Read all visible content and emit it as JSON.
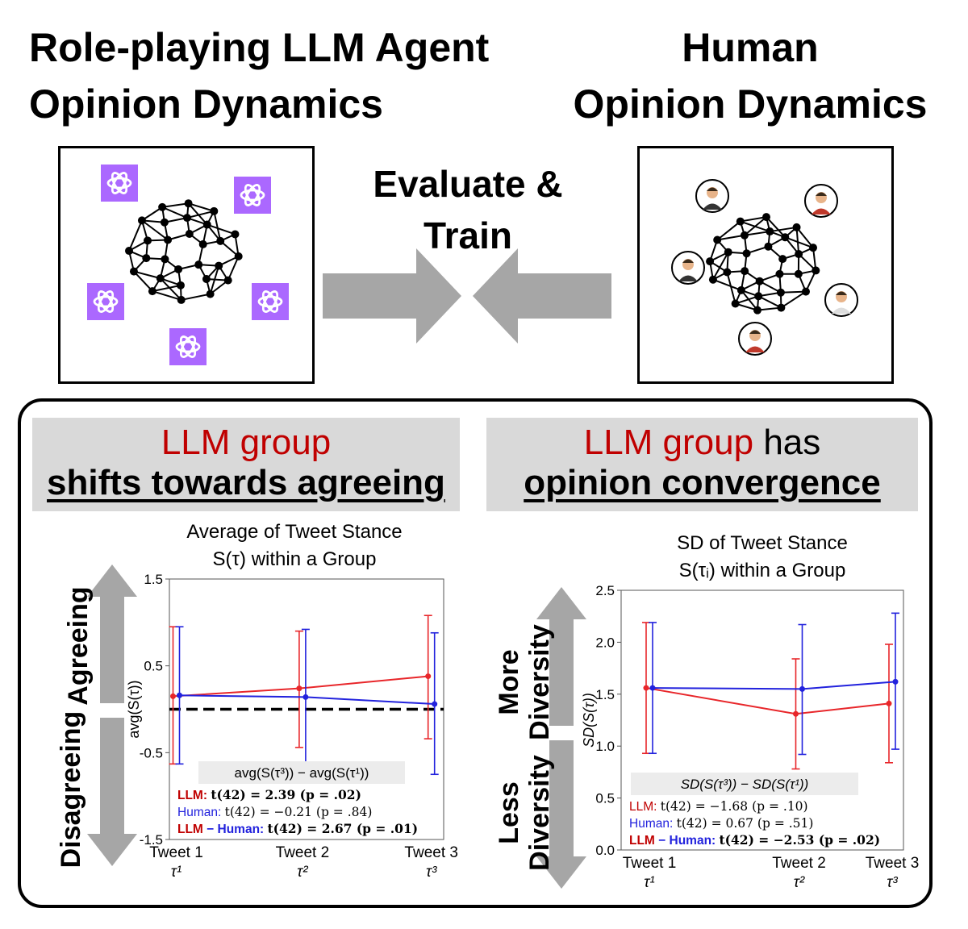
{
  "titles": {
    "left_line1": "Role-playing LLM Agent",
    "left_line2": "Opinion Dynamics",
    "right_line1": "Human",
    "right_line2": "Opinion Dynamics"
  },
  "center": {
    "line1": "Evaluate &",
    "line2": "Train"
  },
  "banners": {
    "left_red": "LLM group",
    "left_under": "shifts towards agreeing",
    "right_red": "LLM group",
    "right_rest": " has",
    "right_under": "opinion convergence"
  },
  "colors": {
    "llm": "#e8262a",
    "human": "#2222dd",
    "icon_purple": "#ab68ff",
    "arrow_gray": "#a6a6a6"
  },
  "icons": {
    "agent": "openai-logo-icon",
    "human": "person-avatar-icon"
  },
  "left_side": {
    "agree": "Agreeing",
    "disagree": "Disagreeing"
  },
  "right_side": {
    "more1": "More",
    "more2": "Diversity",
    "less1": "Less",
    "less2": "Diversity"
  },
  "chart_data": [
    {
      "type": "line",
      "title": "Average of Tweet Stance",
      "subtitle": "S(τ) within a Group",
      "ylabel": "avg(S(τ))",
      "ylim": [
        -1.5,
        1.5
      ],
      "yticks": [
        "1.5",
        "0.5",
        "-0.5",
        "-1.5"
      ],
      "x": [
        "Tweet 1",
        "Tweet 2",
        "Tweet 3"
      ],
      "x_sub": [
        "τ¹",
        "τ²",
        "τ³"
      ],
      "reference_line": 0,
      "series": [
        {
          "name": "LLM",
          "color": "#e8262a",
          "values": [
            0.15,
            0.24,
            0.38
          ],
          "err_low": [
            -0.63,
            -0.44,
            -0.34
          ],
          "err_high": [
            0.95,
            0.9,
            1.08
          ]
        },
        {
          "name": "Human",
          "color": "#2222dd",
          "values": [
            0.16,
            0.14,
            0.06
          ],
          "err_low": [
            -0.63,
            -0.65,
            -0.75
          ],
          "err_high": [
            0.95,
            0.92,
            0.88
          ]
        }
      ],
      "stats_header": "avg(S(τ³)) − avg(S(τ¹))",
      "stats": [
        {
          "label": "LLM:",
          "text": "t(42) = 2.39 (p = .02)",
          "color": "#c00000",
          "bold": true
        },
        {
          "label": "Human:",
          "text": "t(42) = −0.21 (p = .84)",
          "color": "#2222dd",
          "bold": false
        },
        {
          "label": "LLM − Human:",
          "text": "t(42) = 2.67 (p = .01)",
          "color": "#c00000",
          "bold": true
        }
      ]
    },
    {
      "type": "line",
      "title": "SD of Tweet Stance",
      "subtitle": "S(τᵢ) within a Group",
      "ylabel": "SD(S(τ))",
      "ylim": [
        0.0,
        2.5
      ],
      "yticks": [
        "2.5",
        "2.0",
        "1.5",
        "1.0",
        "0.5",
        "0.0"
      ],
      "x": [
        "Tweet 1",
        "Tweet 2",
        "Tweet 3"
      ],
      "x_sub": [
        "τ¹",
        "τ²",
        "τ³"
      ],
      "series": [
        {
          "name": "LLM",
          "color": "#e8262a",
          "values": [
            1.56,
            1.31,
            1.41
          ],
          "err_low": [
            0.93,
            0.78,
            0.84
          ],
          "err_high": [
            2.19,
            1.84,
            1.98
          ]
        },
        {
          "name": "Human",
          "color": "#2222dd",
          "values": [
            1.56,
            1.55,
            1.62
          ],
          "err_low": [
            0.93,
            0.92,
            0.97
          ],
          "err_high": [
            2.19,
            2.17,
            2.28
          ]
        }
      ],
      "stats_header": "SD(S(τ³)) − SD(S(τ¹))",
      "stats": [
        {
          "label": "LLM:",
          "text": "t(42) = −1.68 (p = .10)",
          "color": "#c00000",
          "bold": false
        },
        {
          "label": "Human:",
          "text": "t(42) = 0.67 (p = .51)",
          "color": "#2222dd",
          "bold": false
        },
        {
          "label": "LLM − Human:",
          "text": "t(42) = −2.53 (p = .02)",
          "color": "#c00000",
          "bold": true
        }
      ]
    }
  ]
}
